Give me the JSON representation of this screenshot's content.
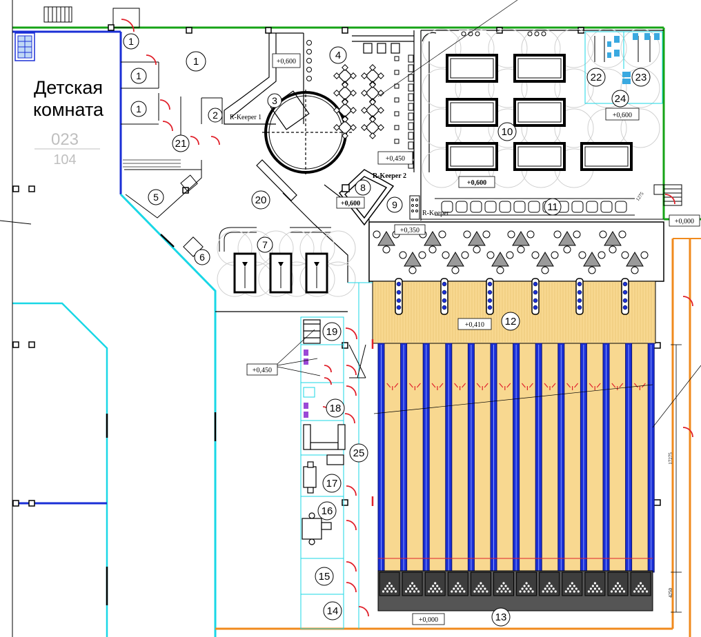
{
  "kids_room": {
    "line1": "Детская",
    "line2": "комната",
    "code_top": "023",
    "code_bottom": "104"
  },
  "room_numbers": [
    {
      "id": "r1a",
      "text": "1"
    },
    {
      "id": "r1b",
      "text": "1"
    },
    {
      "id": "r1c",
      "text": "1"
    },
    {
      "id": "r1d",
      "text": "1"
    },
    {
      "id": "r2",
      "text": "2"
    },
    {
      "id": "r3",
      "text": "3"
    },
    {
      "id": "r4",
      "text": "4"
    },
    {
      "id": "r5",
      "text": "5"
    },
    {
      "id": "r6",
      "text": "6"
    },
    {
      "id": "r7",
      "text": "7"
    },
    {
      "id": "r8",
      "text": "8"
    },
    {
      "id": "r9",
      "text": "9"
    },
    {
      "id": "r10",
      "text": "10"
    },
    {
      "id": "r11",
      "text": "11"
    },
    {
      "id": "r12",
      "text": "12"
    },
    {
      "id": "r13",
      "text": "13"
    },
    {
      "id": "r14",
      "text": "14"
    },
    {
      "id": "r15",
      "text": "15"
    },
    {
      "id": "r16",
      "text": "16"
    },
    {
      "id": "r17",
      "text": "17"
    },
    {
      "id": "r18",
      "text": "18"
    },
    {
      "id": "r19",
      "text": "19"
    },
    {
      "id": "r20",
      "text": "20"
    },
    {
      "id": "r21",
      "text": "21"
    },
    {
      "id": "r22",
      "text": "22"
    },
    {
      "id": "r23",
      "text": "23"
    },
    {
      "id": "r24",
      "text": "24"
    },
    {
      "id": "r25",
      "text": "25"
    }
  ],
  "levels": {
    "bar": "+0,600",
    "cafe": "+0,450",
    "billiard": "+0,600",
    "wc": "+0,600",
    "rk2": "+0,600",
    "lounge": "+0,350",
    "lanes": "+0,410",
    "side": "+0,450",
    "right": "+0,000",
    "bottom": "+0,000"
  },
  "keepers": {
    "k1": "R-Keeper 1",
    "k2": "R-Keeper 2",
    "k3": "R-Keeper"
  },
  "dimensions": {
    "lane_length": "17275",
    "pin_area": "4250",
    "corner": "1275"
  },
  "colors": {
    "green": "#16a316",
    "blue": "#1a2fd6",
    "cyan": "#19d7e6",
    "orange": "#f08a1c",
    "lane": "#f8d890",
    "red": "#e0202a"
  }
}
